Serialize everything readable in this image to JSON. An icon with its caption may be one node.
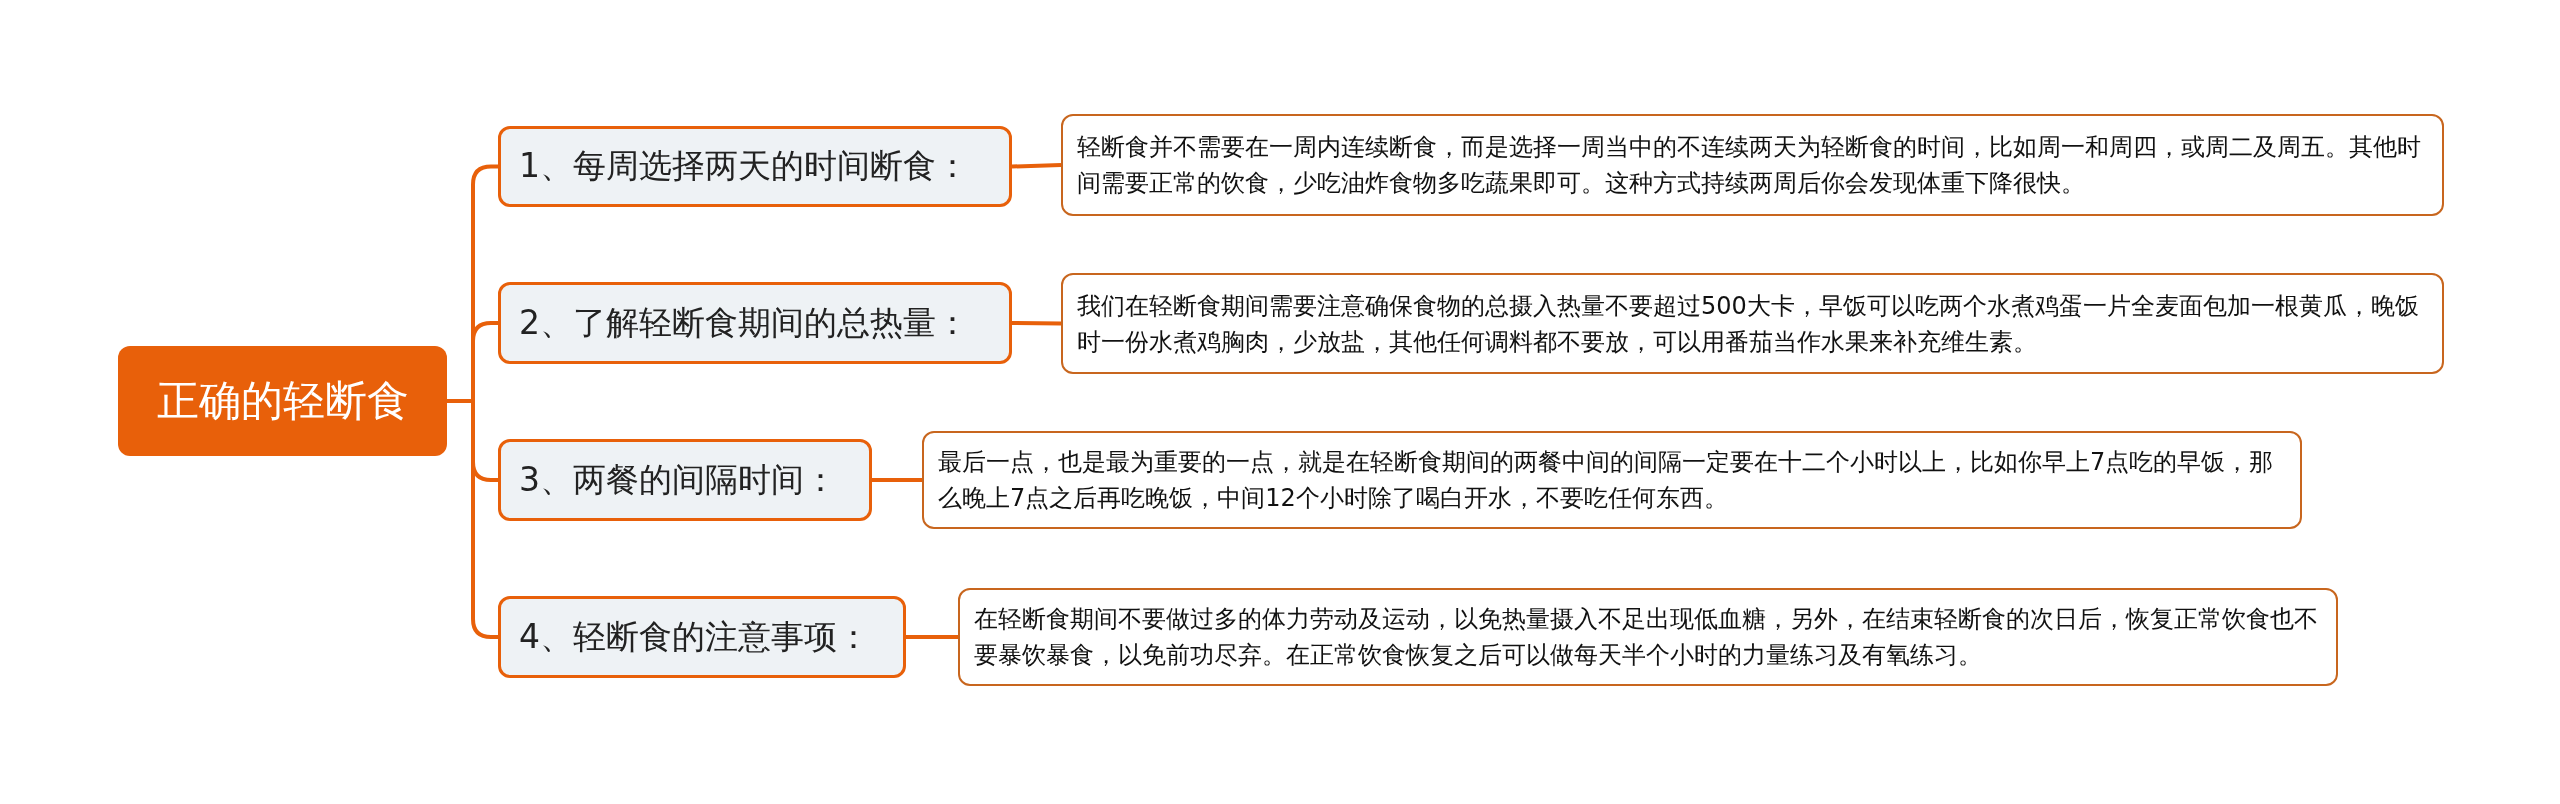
{
  "diagram": {
    "nodes": [
      {
        "text": [
          "正确的轻断食"
        ]
      },
      {
        "text": [
          "1、每周选择两天的时间断食："
        ]
      },
      {
        "text": [
          "轻断食并不需要在一周内连续断食，而是选择一周当中的不连续两天为轻断食的时间，比如周一和周四，或周二及周五。其他时间需要正常的饮食，少吃油炸食物多吃蔬果即可。这种方式持续两周后你会发现体重下降很快。"
        ]
      },
      {
        "text": [
          "2、了解轻断食期间的总热量："
        ]
      },
      {
        "text": [
          "我们在轻断食期间需要注意确保食物的总摄入热量不要超过500大卡，早饭可以吃两个水煮鸡蛋一片全麦面包加一根黄瓜，晚饭时一份水煮鸡胸肉，少放盐，其他任何调料都不要放，可以用番茄当作水果来补充维生素。"
        ]
      },
      {
        "text": [
          "3、两餐的间隔时间："
        ]
      },
      {
        "text": [
          "最后一点，也是最为重要的一点，就是在轻断食期间的两餐中间的间隔一定要在十二个小时以上，比如你早上7点吃的早饭，那么晚上7点之后再吃晚饭，中间12个小时除了喝白开水，不要吃任何东西。"
        ]
      },
      {
        "text": [
          "4、轻断食的注意事项："
        ]
      },
      {
        "text": [
          "在轻断食期间不要做过多的体力劳动及运动，以免热量摄入不足出现低血糖，另外，在结束轻断食的次日后，恢复正常饮食也不要暴饮暴食，以免前功尽弃。在正常饮食恢复之后可以做每天半个小时的力量练习及有氧练习。"
        ]
      }
    ],
    "edges": [
      {
        "from": 0,
        "to": 1,
        "arrow": "none"
      },
      {
        "from": 0,
        "to": 3,
        "arrow": "none"
      },
      {
        "from": 0,
        "to": 5,
        "arrow": "none"
      },
      {
        "from": 0,
        "to": 7,
        "arrow": "none"
      },
      {
        "from": 1,
        "to": 2,
        "arrow": "none"
      },
      {
        "from": 3,
        "to": 4,
        "arrow": "none"
      },
      {
        "from": 5,
        "to": 6,
        "arrow": "none"
      },
      {
        "from": 7,
        "to": 8,
        "arrow": "none"
      }
    ]
  }
}
